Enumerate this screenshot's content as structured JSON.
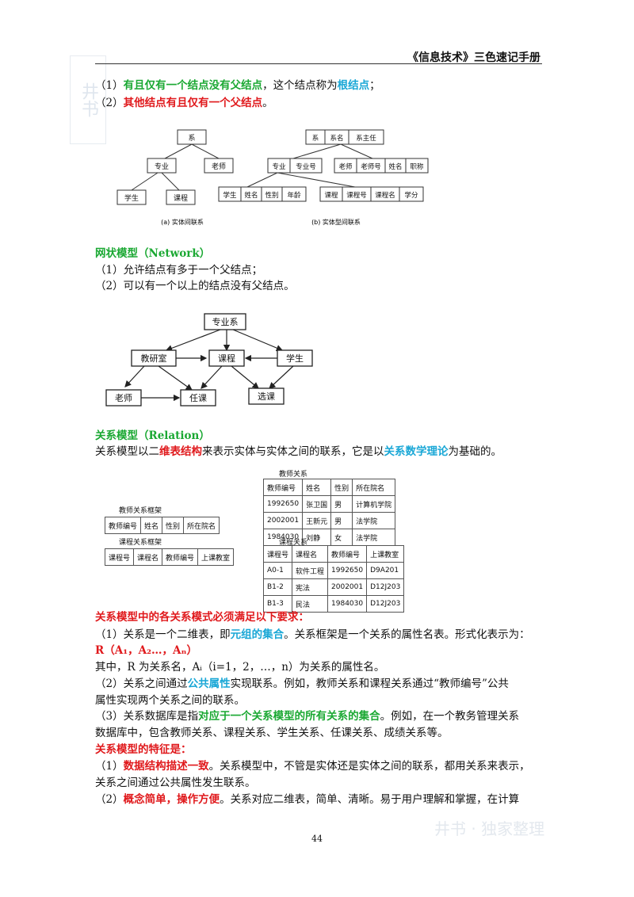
{
  "header": {
    "title": "《信息技术》三色速记手册"
  },
  "tree": {
    "p1": {
      "n": "（1）",
      "a": "有且仅有一个结点没有父结点",
      "b": "，这个结点称为",
      "c": "根结点",
      "d": "；"
    },
    "p2": {
      "n": "（2）",
      "a": "其他结点有且仅有一个父结点",
      "b": "。"
    }
  },
  "fig1": {
    "a": {
      "root": "系",
      "mid": [
        "专业",
        "老师"
      ],
      "leaf": [
        "学生",
        "课程"
      ],
      "caption": "(a) 实体间联系"
    },
    "b": {
      "root": [
        "系",
        "系名",
        "系主任"
      ],
      "l1a": [
        "专业",
        "专业号"
      ],
      "l1b": [
        "老师",
        "老师号",
        "姓名",
        "职称"
      ],
      "l2a": [
        "学生",
        "姓名",
        "性别",
        "年龄"
      ],
      "l2b": [
        "课程",
        "课程号",
        "课程名",
        "学分"
      ],
      "caption": "(b) 实体型间联系"
    }
  },
  "network": {
    "title": "网状模型（Network）",
    "p1": "（1）允许结点有多于一个父结点；",
    "p2": "（2）可以有一个以上的结点没有父结点。",
    "nodes": {
      "top": "专业系",
      "mid": [
        "教研室",
        "课程",
        "学生"
      ],
      "bottom": [
        "老师",
        "任课",
        "选课"
      ]
    }
  },
  "relation": {
    "title": "关系模型（Relation）",
    "p1": {
      "a": "关系模型以二",
      "b": "维表结构",
      "c": "来表示实体与实体之间的联系，它是以",
      "d": "关系数学理论",
      "e": "为基础的。"
    },
    "teacher_frame": {
      "caption": "教师关系框架",
      "cols": [
        "教师编号",
        "姓名",
        "性别",
        "所在院名"
      ]
    },
    "course_frame": {
      "caption": "课程关系框架",
      "cols": [
        "课程号",
        "课程名",
        "教师编号",
        "上课教室"
      ]
    },
    "teacher_rel": {
      "caption": "教师关系",
      "rows": [
        [
          "教师编号",
          "姓名",
          "性别",
          "所在院名"
        ],
        [
          "1992650",
          "张卫国",
          "男",
          "计算机学院"
        ],
        [
          "2002001",
          "王新元",
          "男",
          "法学院"
        ],
        [
          "1984030",
          "刘静",
          "女",
          "法学院"
        ]
      ]
    },
    "course_rel": {
      "caption": "课程关系",
      "rows": [
        [
          "课程号",
          "课程名",
          "教师编号",
          "上课教室"
        ],
        [
          "A0-1",
          "软件工程",
          "1992650",
          "D9A201"
        ],
        [
          "B1-2",
          "宪法",
          "2002001",
          "D12J203"
        ],
        [
          "B1-3",
          "民法",
          "1984030",
          "D12J203"
        ]
      ]
    }
  },
  "req": {
    "title": "关系模型中的各关系模式必须满足以下要求：",
    "p1": {
      "a": "（1）关系是一个二维表，即",
      "b": "元组的集合",
      "c": "。关系框架是一个关系的属性名表。形式化表示为："
    },
    "formula": "R（A₁，A₂…，Aₙ）",
    "p1b": "其中，R 为关系名，Aᵢ（i=1，2，…，n）为关系的属性名。",
    "p2": {
      "a": "（2）关系之间通过",
      "b": "公共属性",
      "c": "实现联系。例如，教师关系和课程关系通过“教师编号”公共"
    },
    "p2b": "属性实现两个关系之间的联系。",
    "p3": {
      "a": "（3）关系数据库是指",
      "b": "对应于一个关系模型的所有关系的集合",
      "c": "。例如，在一个教务管理关系"
    },
    "p3b": "数据库中，包含教师关系、课程关系、学生关系、任课关系、成绩关系等。"
  },
  "feat": {
    "title": "关系模型的特征是：",
    "p1": {
      "a": "（1）",
      "b": "数据结构描述一致",
      "c": "。关系模型中，不管是实体还是实体之间的联系，都用关系来表示，"
    },
    "p1b": "关系之间通过公共属性发生联系。",
    "p2": {
      "a": "（2）",
      "b": "概念简单，操作方便",
      "c": "。关系对应二维表，简单、清晰。易于用户理解和掌握，在计算"
    }
  },
  "page": {
    "number": "44"
  },
  "watermark": {
    "side": "井书",
    "footer": "井书 · 独家整理"
  }
}
